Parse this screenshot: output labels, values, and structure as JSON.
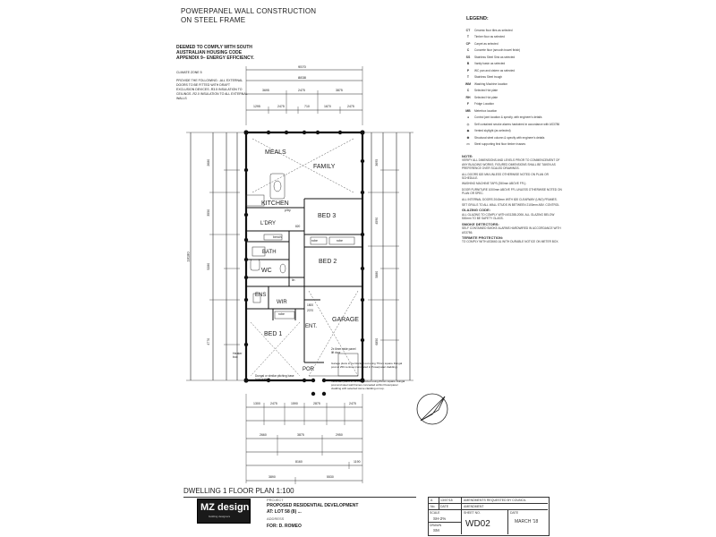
{
  "header": {
    "title_line1": "POWERPANEL WALL CONSTRUCTION",
    "title_line2": "ON STEEL FRAME"
  },
  "compliance": {
    "statement": "DEEMED TO COMPLY WITH SOUTH AUSTRALIAN HOUSING CODE APPENDIX 9– ENERGY EFFICIENCY.",
    "climate_zone": "CLIMATE ZONE 5",
    "provisions": "PROVIDE THE FOLLOWING: -ALL EXTERNAL DOORS TO BE FITTED WITH DRAFT EXCLUSION DEVICES -R3.5 INSULATION TO CEILINGS -R2.0 INSULATION TO ALL EXTERNAL WALLS"
  },
  "rooms": {
    "meals": "MEALS",
    "family": "FAMILY",
    "kitchen": "KITCHEN",
    "bed3": "BED 3",
    "ldry": "L'DRY",
    "bath": "BATH",
    "wc": "WC",
    "bed2": "BED 2",
    "ens": "ENS",
    "wir": "WIR",
    "garage": "GARAGE",
    "bed1": "BED 1",
    "ent": "ENT.",
    "por": "POR",
    "robe1": "robe",
    "robe2": "robe",
    "robe3": "robe",
    "pantry": "p/try",
    "linen": "lin",
    "bench": "bench"
  },
  "dimensions": {
    "overall_width": "9570",
    "overall_length": "18180",
    "top_row1": "8838",
    "top_row2": [
      "3695",
      "2475",
      "3875"
    ],
    "top_row3": [
      "1295",
      "2475",
      "710",
      "1670",
      "2475"
    ],
    "bottom_row1": [
      "1300",
      "2475",
      "1590",
      "2875",
      "2475"
    ],
    "bottom_row2": [
      "2660",
      "3875",
      "2950"
    ],
    "bottom_row3": [
      "8160",
      "1190"
    ],
    "bottom_row4": [
      "3890",
      "5530"
    ],
    "left_col": [
      "2680",
      "3550",
      "5280",
      "4770"
    ],
    "right_col": [
      "3695",
      "4590",
      "5880",
      "6850"
    ]
  },
  "notes_on_plan": {
    "flashing": "Dungal or similar pitching base (concealed)",
    "garage_door": "2x 6mm wide panel lift door",
    "heater_box": "Heater box",
    "garage_note": "Garage plans to be blocked out using 75mm square Dungal post at 250 centres (concealed in Powerpanel cladding).",
    "verandah_note": "Verandah plans to be constructed using 89mm square Dungal post and steel wall frames concealed within Powerpanel cladding with selected stone cladding on top.",
    "dim_1800": "1800",
    "dim_2070": "2070",
    "dim_820": "820"
  },
  "legend": {
    "title": "LEGEND:",
    "items": [
      {
        "code": "CT",
        "desc": "Ceramic floor tiles as selected"
      },
      {
        "code": "T",
        "desc": "Timber floor as selected"
      },
      {
        "code": "CP",
        "desc": "Carpet as selected"
      },
      {
        "code": "C",
        "desc": "Concrete floor (smooth trowel finish)"
      },
      {
        "code": "SS",
        "desc": "Stainless Steel Sink as selected"
      },
      {
        "code": "B",
        "desc": "Vanity basin as selected"
      },
      {
        "code": "P",
        "desc": "WC pan and cistern as selected"
      },
      {
        "code": "T",
        "desc": "Stainless Steel trough"
      },
      {
        "code": "WM",
        "desc": "Washing Machine location"
      },
      {
        "code": "C",
        "desc": "Selected Hot plate"
      },
      {
        "code": "RH",
        "desc": "Selected Hot plate"
      },
      {
        "code": "F",
        "desc": "Fridge Location"
      },
      {
        "code": "MB",
        "desc": "Meterbox location"
      },
      {
        "code": "●",
        "desc": "Control joint location & specify, with engineer's details"
      },
      {
        "code": "◇",
        "desc": "Self contained smoke alarms hardwired in accordance with AS3786"
      },
      {
        "code": "◈",
        "desc": "Vented skylight (as selected)"
      },
      {
        "code": "⊕",
        "desc": "Structural steel column & specify with engineer's details"
      },
      {
        "code": "▭",
        "desc": "Steel supporting first floor timber trusses"
      }
    ],
    "notes_title": "NOTE:",
    "notes": [
      "VERIFY ALL DIMENSIONS AND LEVELS PRIOR TO COMMENCEMENT OF ANY BUILDING WORKS. FIGURED DIMENSIONS SHALL BE TAKEN AS PREFERENCE OVER SCALED DRAWINGS.",
      "ALL DOORS 820 MM UNLESS OTHERWISE NOTED ON PLAN OR SCHEDULE.",
      "WASHING MACHINE TAPS (350mm ABOVE FFL)",
      "DOOR FURNITURE 1000mm ABOVE FFL UNLESS OTHERWISE NOTED ON PLAN OR SPEC.",
      "ALL INTERNAL DOORS 2040mm WITH 820 CLEARWAY (UNO) FRAMES.",
      "SET GRILLS TO ALL WALL STUDS IN BETWEEN 2100mm ABV. CONTROL"
    ],
    "glazing_title": "GLAZING CODE:",
    "glazing": "ALL GLAZING TO COMPLY WITH AS1288-2006. ALL GLAZING BELOW 500mm TO BE SAFETY GLASS.",
    "smoke_title": "SMOKE DETECTORS:",
    "smoke": "SELF CONTAINED SMOKE ALARMS HARDWIRED IN ACCORDANCE WITH AS3786.",
    "termite_title": "TERMITE PROTECTION:",
    "termite": "TO COMPLY WITH AS3660.1& WITH DURABLE NOTICE ON METER BOX."
  },
  "plan_title": "DWELLING 1 FLOOR PLAN 1:100",
  "title_block": {
    "logo_text": "MZ design",
    "logo_sub": "building designers",
    "project_label": "PROJECT",
    "project": "PROPOSED RESIDENTIAL DEVELOPMENT",
    "location": "AT: LOT 58 (8) ...",
    "address_label": "ADDRESS",
    "client": "FOR: D. ROMEO",
    "rev": "A",
    "rev_date": "13/07/18",
    "rev_desc": "AMENDMENTS REQUESTED BY COUNCIL",
    "no_label": "No.",
    "date_label": "DATE",
    "amend_label": "AMENDMENT",
    "sheet_label": "SHEET NO.",
    "sheet_no": "WD02",
    "scale_label": "SCALE",
    "scale": "SH-2%",
    "drawn_label": "DRAWN",
    "drawn": "SM",
    "date2_label": "DATE",
    "date2": "MARCH '18"
  },
  "north": "N"
}
